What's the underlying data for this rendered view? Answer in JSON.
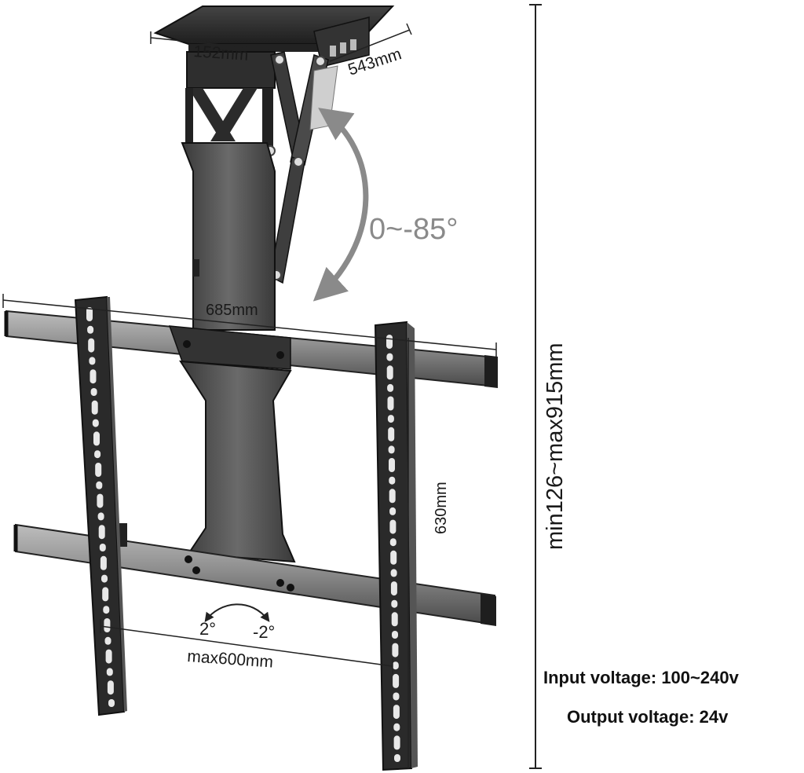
{
  "dimensions": {
    "plate_width": "152mm",
    "plate_depth": "543mm",
    "rail_width": "685mm",
    "bracket_height": "630mm",
    "vesa_width": "max600mm",
    "drop_height": "min126~max915mm"
  },
  "angles": {
    "tilt_range": "0~-85°",
    "swivel_left": "2°",
    "swivel_right": "-2°"
  },
  "specs": {
    "input_voltage": "Input voltage: 100~240v",
    "output_voltage": "Output voltage: 24v"
  },
  "colors": {
    "metal_dark": "#2b2b2b",
    "metal_mid": "#555555",
    "rail_gray": "#8e8e8e",
    "arrow_gray": "#8a8a8a"
  }
}
